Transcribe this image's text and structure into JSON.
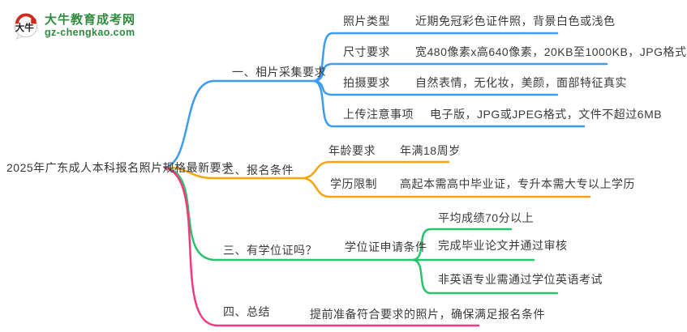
{
  "site": {
    "name": "大牛教育成考网",
    "domain": "gz-chengkao.com",
    "logo_glyph": "大牛",
    "brand_color": "#2e8b3f",
    "seal_color": "#d2281e"
  },
  "mindmap": {
    "root": "2025年广东成人本科报名照片规格最新要求",
    "branch_colors": {
      "photo_requirements": "#3d9bf0",
      "enroll_conditions": "#f7a50a",
      "degree_certificate": "#27c46d",
      "summary": "#f2397f"
    },
    "branches": [
      {
        "label": "一、相片采集要求",
        "color": "#3d9bf0",
        "children": [
          {
            "key": "照片类型",
            "value": "近期免冠彩色证件照，背景白色或浅色"
          },
          {
            "key": "尺寸要求",
            "value": "宽480像素x高640像素，20KB至1000KB，JPG格式"
          },
          {
            "key": "拍摄要求",
            "value": "自然表情，无化妆，美颜，面部特征真实"
          },
          {
            "key": "上传注意事项",
            "value": "电子版，JPG或JPEG格式，文件不超过6MB"
          }
        ]
      },
      {
        "label": "二、报名条件",
        "color": "#f7a50a",
        "children": [
          {
            "key": "年龄要求",
            "value": "年满18周岁"
          },
          {
            "key": "学历限制",
            "value": "高起本需高中毕业证，专升本需大专以上学历"
          }
        ]
      },
      {
        "label": "三、有学位证吗？",
        "color": "#27c46d",
        "children": [
          {
            "key": "学位证申请条件",
            "items": [
              "平均成绩70分以上",
              "完成毕业论文并通过审核",
              "非英语专业需通过学位英语考试"
            ]
          }
        ]
      },
      {
        "label": "四、总结",
        "color": "#f2397f",
        "children": [
          {
            "value": "提前准备符合要求的照片，确保满足报名条件"
          }
        ]
      }
    ]
  }
}
